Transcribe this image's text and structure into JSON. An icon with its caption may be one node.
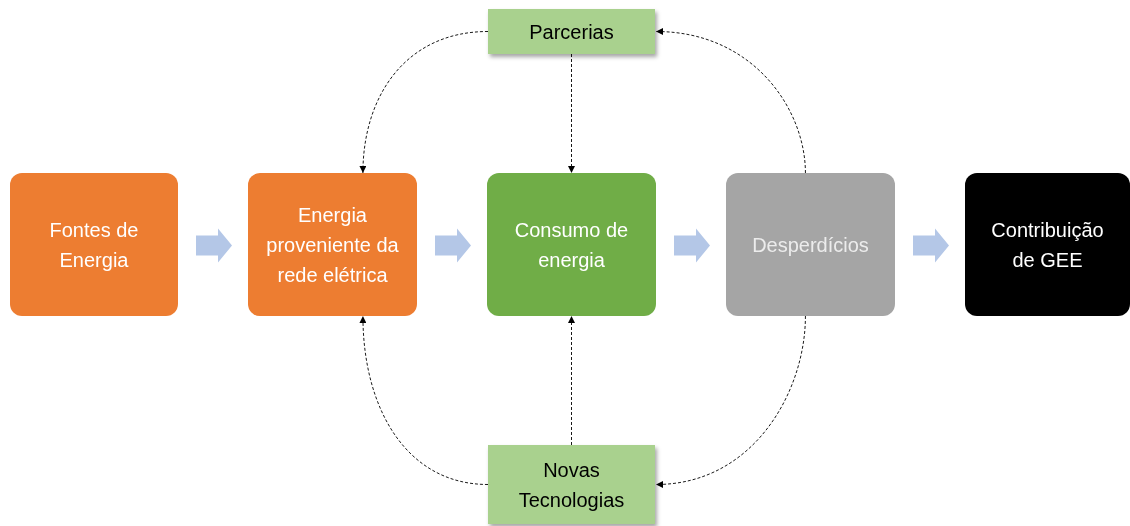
{
  "diagram": {
    "nodes": [
      {
        "text": [
          "Parcerias"
        ]
      },
      {
        "text": [
          "Fontes de Energia"
        ]
      },
      {
        "text": [
          "Energia proveniente da rede elétrica"
        ]
      },
      {
        "text": [
          "Consumo de energia"
        ]
      },
      {
        "text": [
          "Desperdícios"
        ]
      },
      {
        "text": [
          "Contribuição de GEE"
        ]
      },
      {
        "text": [
          "Novas Tecnologias"
        ]
      }
    ],
    "edges": [
      {
        "from": 1,
        "to": 2,
        "arrow": "to",
        "style": "thick",
        "color": "#b4c7e7"
      },
      {
        "from": 2,
        "to": 3,
        "arrow": "to",
        "style": "thick",
        "color": "#b4c7e7"
      },
      {
        "from": 3,
        "to": 4,
        "arrow": "to",
        "style": "thick",
        "color": "#b4c7e7"
      },
      {
        "from": 4,
        "to": 5,
        "arrow": "to",
        "style": "thick",
        "color": "#b4c7e7"
      },
      {
        "from": 0,
        "to": 2,
        "arrow": "to",
        "style": "dashed"
      },
      {
        "from": 0,
        "to": 3,
        "arrow": "to",
        "style": "dashed"
      },
      {
        "from": 4,
        "to": 0,
        "arrow": "to",
        "style": "dashed"
      },
      {
        "from": 6,
        "to": 2,
        "arrow": "to",
        "style": "dashed"
      },
      {
        "from": 6,
        "to": 3,
        "arrow": "to",
        "style": "dashed"
      },
      {
        "from": 4,
        "to": 6,
        "arrow": "to",
        "style": "dashed"
      }
    ]
  }
}
